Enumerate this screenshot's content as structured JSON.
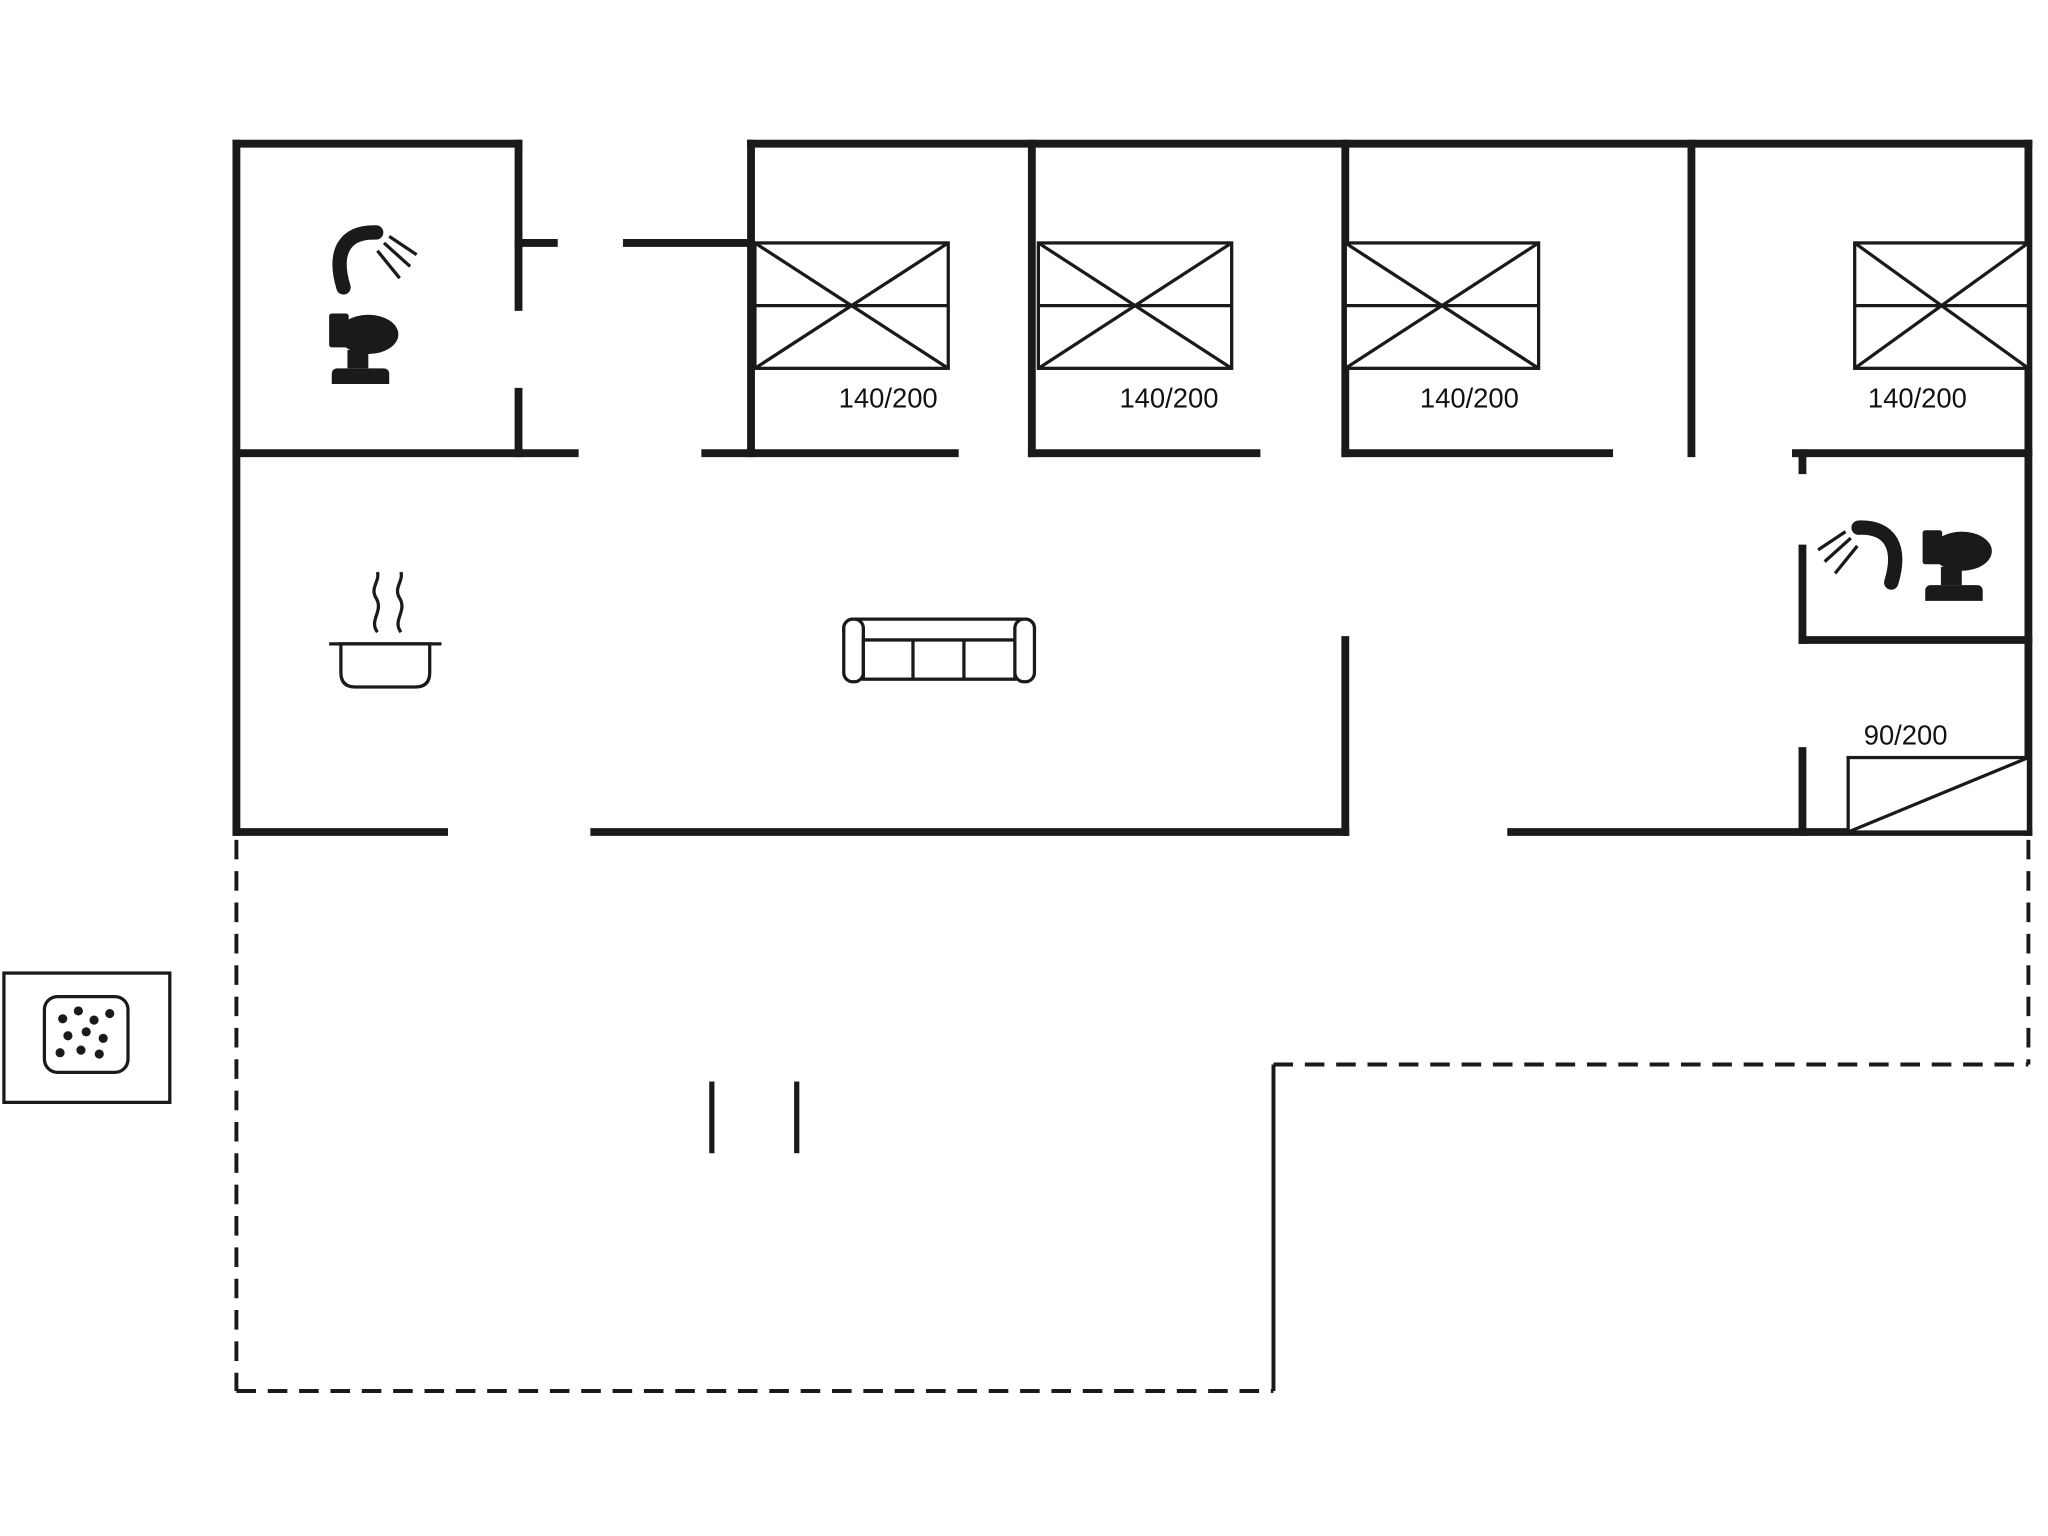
{
  "floorplan": {
    "beds": [
      {
        "id": "double-bed-1",
        "label": "140/200"
      },
      {
        "id": "double-bed-2",
        "label": "140/200"
      },
      {
        "id": "double-bed-3",
        "label": "140/200"
      },
      {
        "id": "double-bed-4",
        "label": "140/200"
      },
      {
        "id": "single-bed-1",
        "label": "90/200"
      }
    ],
    "icons": [
      {
        "name": "shower-icon",
        "location": "bathroom-top-left"
      },
      {
        "name": "toilet-icon",
        "location": "bathroom-top-left"
      },
      {
        "name": "stove-pot-icon",
        "location": "kitchen"
      },
      {
        "name": "sofa-icon",
        "location": "living-room"
      },
      {
        "name": "shower-icon",
        "location": "bathroom-right"
      },
      {
        "name": "toilet-icon",
        "location": "bathroom-right"
      },
      {
        "name": "hot-tub-icon",
        "location": "outside-left"
      }
    ],
    "colors": {
      "wall": "#1a1a1a",
      "background": "#ffffff"
    },
    "line_styles": {
      "walls": "solid",
      "terrace": "dashed"
    }
  }
}
